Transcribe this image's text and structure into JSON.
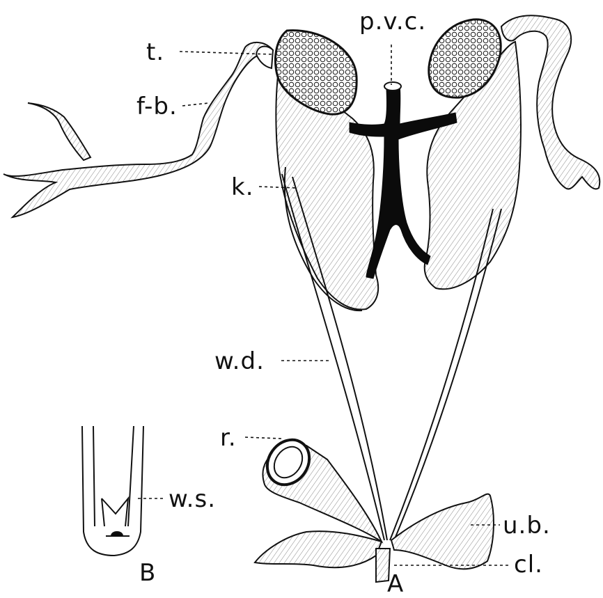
{
  "labels": {
    "t": "t.",
    "pvc": "p.v.c.",
    "fb": "f-b.",
    "k": "k.",
    "wd": "w.d.",
    "r": "r.",
    "ws": "w.s.",
    "ub": "u.b.",
    "cl": "cl."
  },
  "panels": {
    "a": "A",
    "b": "B"
  },
  "colors": {
    "ink": "#111111",
    "vessel": "#0b0b0b",
    "paper": "#ffffff"
  }
}
